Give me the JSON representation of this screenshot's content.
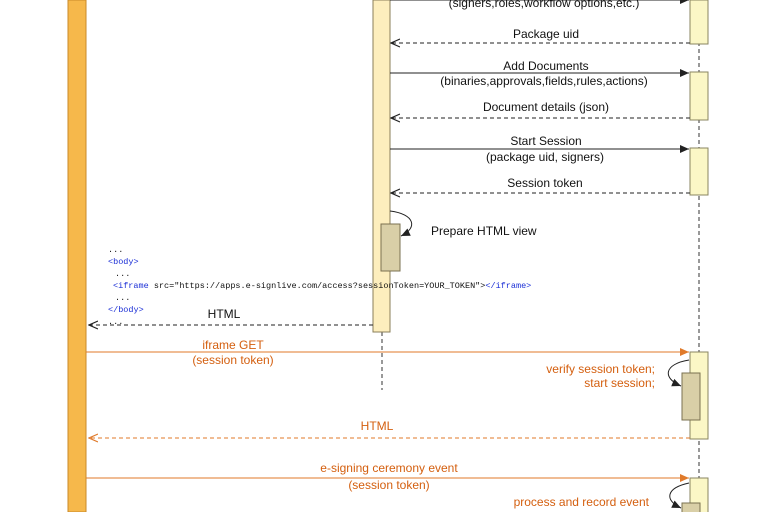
{
  "diagram": {
    "type": "sequence",
    "colors": {
      "client_lifeline": "#f6b84b",
      "server_activation": "#fdeebd",
      "remote_activation": "#fbf7c6",
      "nested_activation": "#d9cfa7",
      "browser_flow": "#e07a2a",
      "message": "#222222"
    },
    "messages": {
      "create_package_params": "(signers,roles,workflow options,etc.)",
      "package_uid": "Package uid",
      "add_documents": "Add Documents",
      "add_documents_params": "(binaries,approvals,fields,rules,actions)",
      "document_details": "Document details (json)",
      "start_session": "Start Session",
      "start_session_params": "(package uid, signers)",
      "session_token": "Session token",
      "prepare_html_view": "Prepare HTML view",
      "html_response": "HTML",
      "iframe_get": "iframe GET",
      "iframe_get_params": "(session token)",
      "verify_line1": "verify session token;",
      "verify_line2": "start session;",
      "html_return": "HTML",
      "ceremony_event": "e-signing ceremony event",
      "ceremony_event_params": "(session token)",
      "process_record": "process and record event"
    },
    "code_snippet": {
      "ellipsis": "...",
      "body_open": "<body>",
      "iframe_open": "<iframe",
      "iframe_attr": " src=\"https://apps.e-signlive.com/access?sessionToken=YOUR_TOKEN\">",
      "iframe_close": "</iframe>",
      "body_close": "</body>"
    }
  }
}
